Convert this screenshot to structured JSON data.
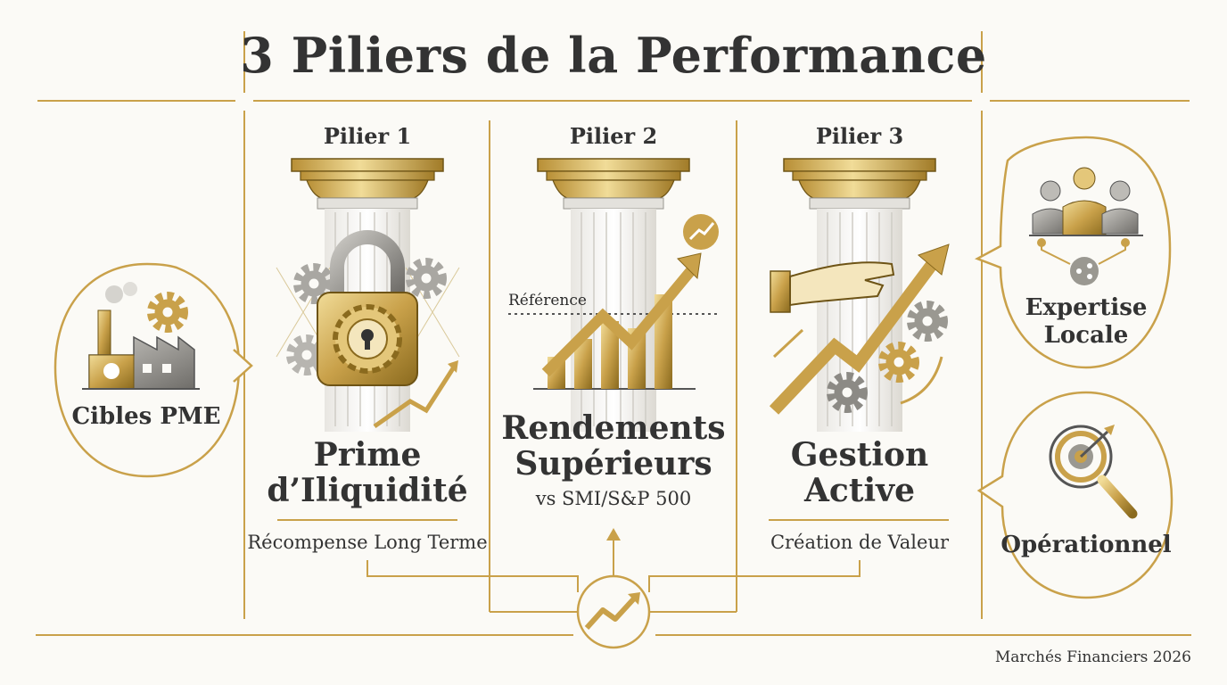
{
  "title": "3 Piliers de la Performance",
  "pillars": [
    {
      "label": "Pilier 1",
      "name": "Prime d’Iliquidité",
      "description": "Récompense Long Terme"
    },
    {
      "label": "Pilier 2",
      "name": "Rendements Supérieurs",
      "benchmark": "vs SMI/S&P 500",
      "reference_label": "Référence"
    },
    {
      "label": "Pilier 3",
      "name": "Gestion Active",
      "description": "Création de Valeur"
    }
  ],
  "left_bubble": {
    "text": "Cibles PME"
  },
  "right_bubbles": [
    {
      "text": "Expertise Locale"
    },
    {
      "text": "Opérationnel"
    }
  ],
  "footer": "Marchés Financiers 2026",
  "colors": {
    "gold": "#c9a14a",
    "gold_light": "#e4c77a",
    "gold_dark": "#8a6a1e",
    "gray": "#8c8a85",
    "ink": "#333333",
    "background": "#fbfaf6"
  }
}
